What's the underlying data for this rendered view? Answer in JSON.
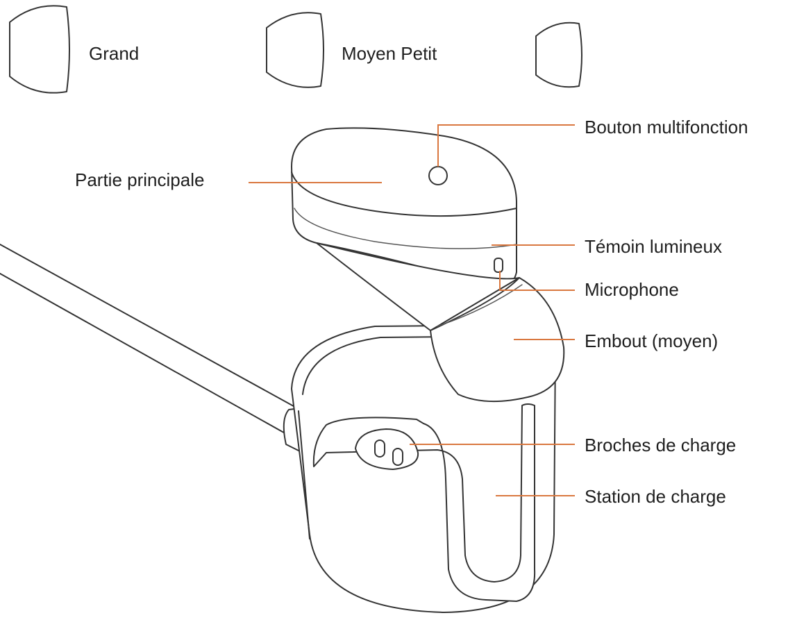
{
  "colors": {
    "leader": "#d9773f",
    "outline": "#333333",
    "text": "#1e1e1e",
    "background": "#ffffff"
  },
  "ear_tips": {
    "large": "Grand",
    "medium_small": "Moyen Petit"
  },
  "parts": {
    "main_body": "Partie principale",
    "multifunction_button": "Bouton multifonction",
    "indicator_light": "Témoin lumineux",
    "microphone": "Microphone",
    "ear_tip": "Embout (moyen)",
    "charging_pins": "Broches de charge",
    "charging_station": "Station de charge"
  }
}
